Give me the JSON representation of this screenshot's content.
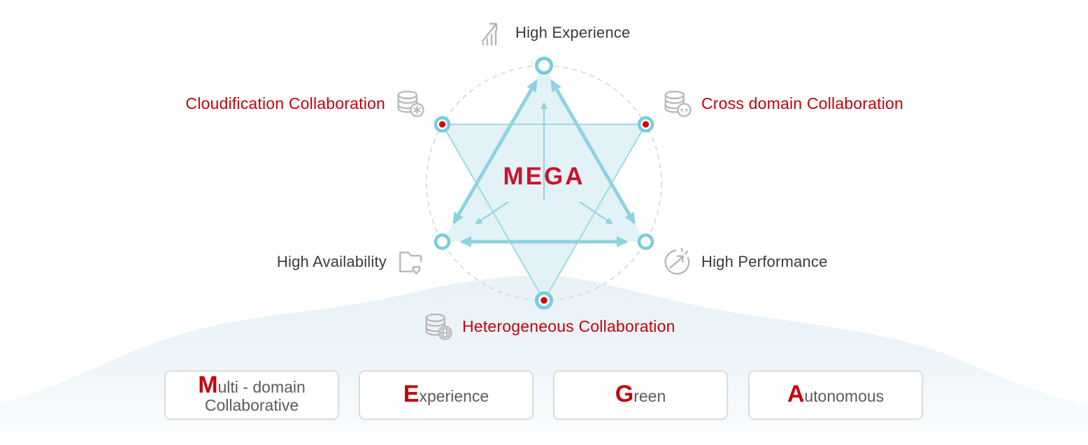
{
  "diagram": {
    "center_label": "MEGA",
    "nodes": [
      {
        "id": "high-experience",
        "label": "High Experience",
        "tone": "dark",
        "icon": "growth-chart-icon"
      },
      {
        "id": "cloudification",
        "label": "Cloudification Collaboration",
        "tone": "red",
        "icon": "database-star-icon"
      },
      {
        "id": "cross-domain",
        "label": "Cross domain Collaboration",
        "tone": "red",
        "icon": "database-sync-icon"
      },
      {
        "id": "high-availability",
        "label": "High Availability",
        "tone": "dark",
        "icon": "folder-shield-icon"
      },
      {
        "id": "high-performance",
        "label": "High Performance",
        "tone": "dark",
        "icon": "gauge-arrow-icon"
      },
      {
        "id": "heterogeneous",
        "label": "Heterogeneous Collaboration",
        "tone": "red",
        "icon": "database-globe-icon"
      }
    ]
  },
  "acronym_boxes": [
    {
      "initial": "M",
      "rest": "ulti - domain",
      "line2": "Collaborative"
    },
    {
      "initial": "E",
      "rest": "xperience",
      "line2": ""
    },
    {
      "initial": "G",
      "rest": "reen",
      "line2": ""
    },
    {
      "initial": "A",
      "rest": "utonomous",
      "line2": ""
    }
  ],
  "colors": {
    "accent_red": "#c7000b",
    "mega_red": "#c9142e",
    "teal_stroke": "#8dd3e0",
    "teal_thin": "#9cd9e5",
    "star_fill": "#e3f2f6",
    "vertex_ring": "#76cddc",
    "vertex_dot": "#d10a10",
    "icon_gray": "#b5b5b5",
    "dark_text": "#3b3b3b",
    "mound_tint": "#e7f2f7"
  }
}
